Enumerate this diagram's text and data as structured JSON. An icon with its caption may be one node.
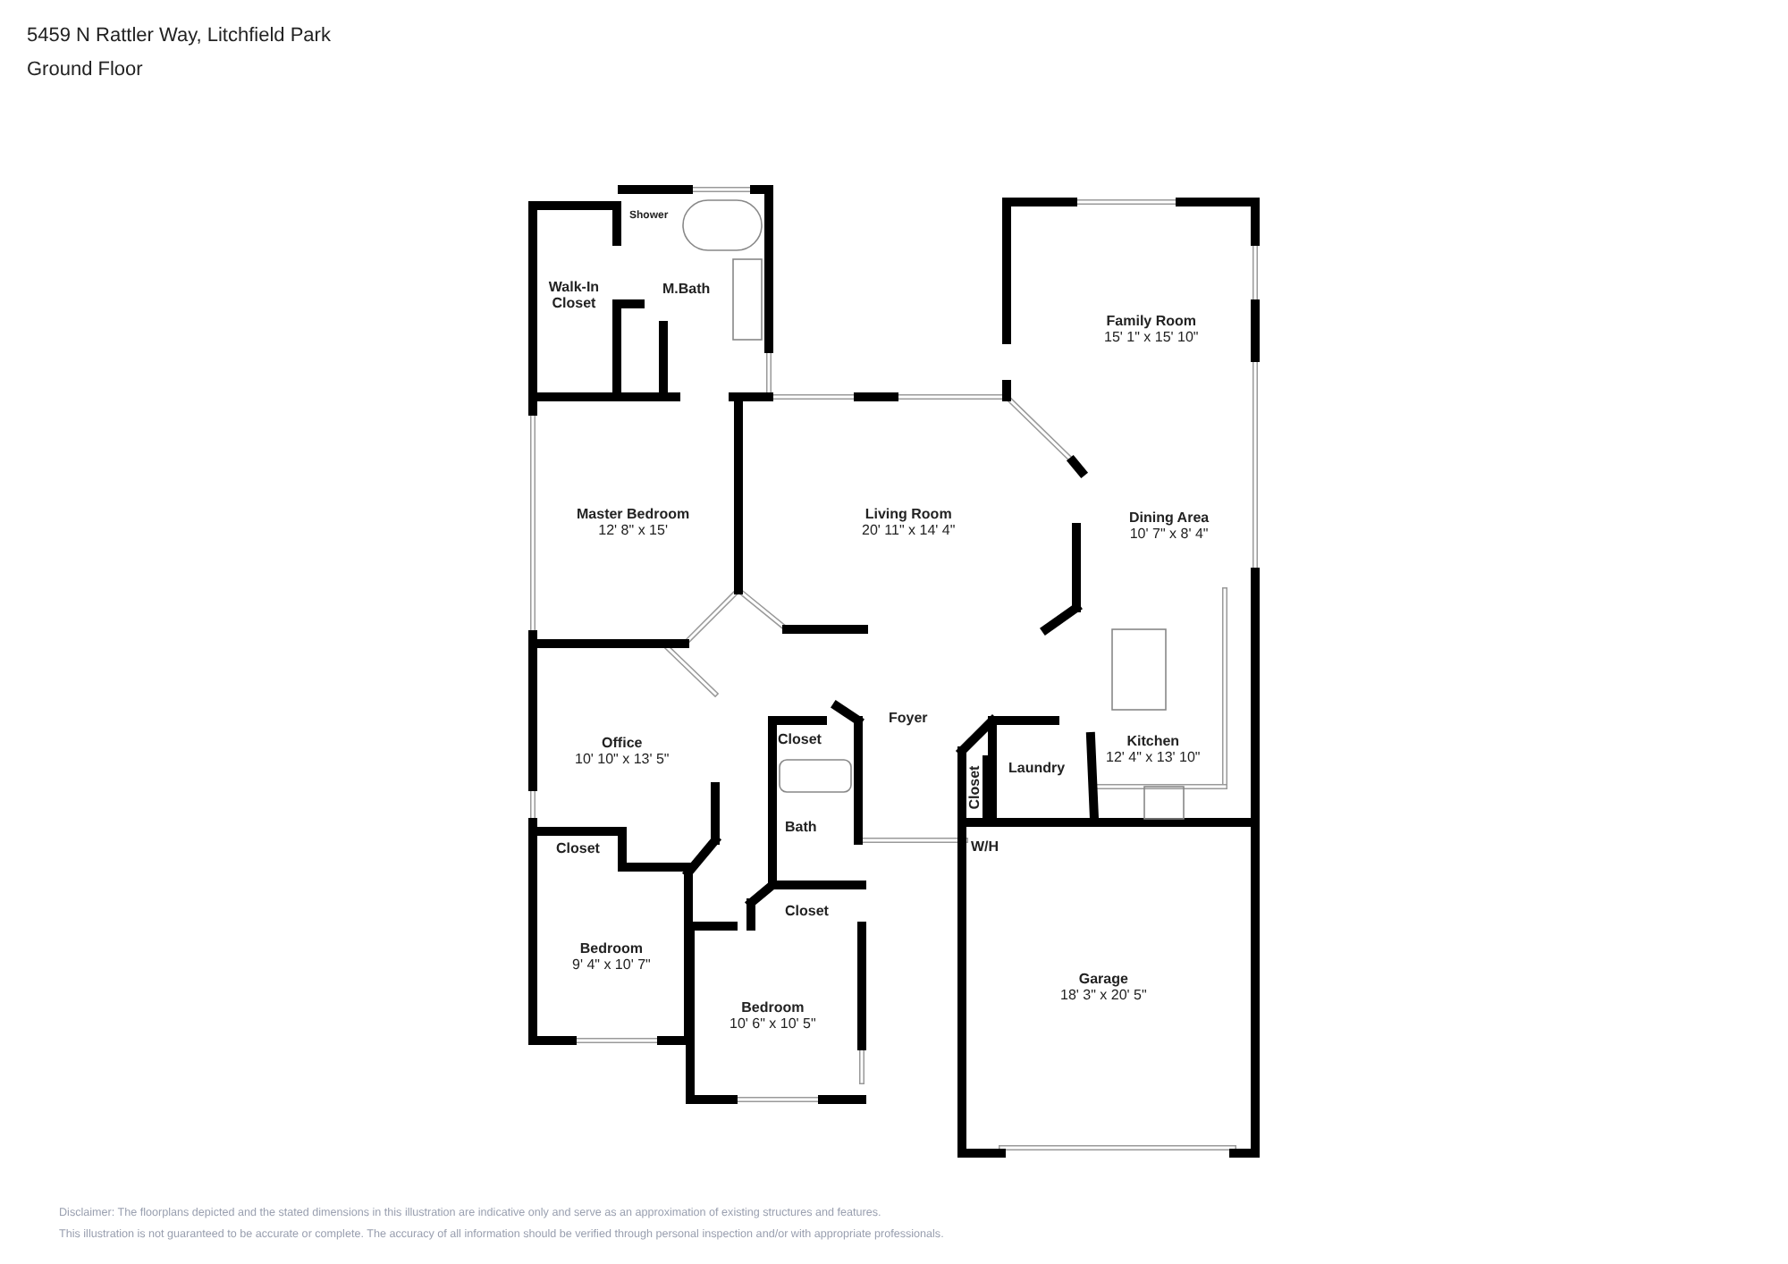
{
  "diagram": {
    "title": "5459 N Rattler Way, Litchfield Park",
    "nodes": [
      {
        "text": [
          "Walk-In Closet"
        ]
      },
      {
        "text": [
          "Shower"
        ]
      },
      {
        "text": [
          "M.Bath"
        ]
      },
      {
        "text": [
          "Family Room",
          "15' 1\" x 15' 10\""
        ]
      },
      {
        "text": [
          "Master Bedroom",
          "12' 8\" x 15'"
        ]
      },
      {
        "text": [
          "Living Room",
          "20' 11\" x 14' 4\""
        ]
      },
      {
        "text": [
          "Dining Area",
          "10' 7\" x 8' 4\""
        ]
      },
      {
        "text": [
          "Office",
          "10' 10\" x 13' 5\""
        ]
      },
      {
        "text": [
          "Closet"
        ]
      },
      {
        "text": [
          "Foyer"
        ]
      },
      {
        "text": [
          "Closet"
        ]
      },
      {
        "text": [
          "Laundry"
        ]
      },
      {
        "text": [
          "Kitchen",
          "12' 4\" x 13' 10\""
        ]
      },
      {
        "text": [
          "Bath"
        ]
      },
      {
        "text": [
          "Closet"
        ]
      },
      {
        "text": [
          "W/H"
        ]
      },
      {
        "text": [
          "Closet"
        ]
      },
      {
        "text": [
          "Bedroom",
          "9' 4\" x 10' 7\""
        ]
      },
      {
        "text": [
          "Bedroom",
          "10' 6\" x 10' 5\""
        ]
      },
      {
        "text": [
          "Garage",
          "18' 3\" x 20' 5\""
        ]
      }
    ],
    "labels": [
      "Ground Floor",
      "Disclaimer: The floorplans depicted and the stated dimensions in this illustration are indicative only and serve as an approximation of existing structures and features.",
      "This illustration is not guaranteed to be accurate or complete. The accuracy of all information should be verified through personal inspection and/or with appropriate professionals."
    ]
  }
}
